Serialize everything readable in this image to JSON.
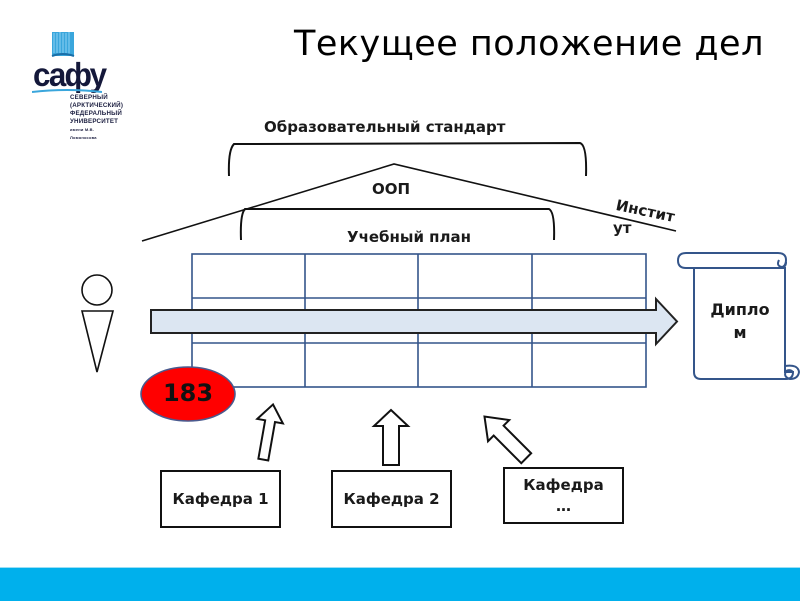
{
  "slide": {
    "title": "Текущее положение дел"
  },
  "logo": {
    "brand": "сафу",
    "university_lines": [
      "СЕВЕРНЫЙ",
      "(АРКТИЧЕСКИЙ)",
      "ФЕДЕРАЛЬНЫЙ",
      "УНИВЕРСИТЕТ",
      "имени М.В. Ломоносова"
    ],
    "colors": {
      "book": "#3aa6dc",
      "text": "#14183a"
    }
  },
  "diagram": {
    "standard_label": "Образовательный стандарт",
    "oop_label": "ООП",
    "plan_label": "Учебный план",
    "institute_label": [
      "Инстит",
      "ут"
    ],
    "diploma_label": [
      "Дипло",
      "м"
    ],
    "badge_value": "183",
    "table": {
      "rows": 3,
      "columns": 4
    },
    "departments": [
      {
        "label": "Кафедра 1"
      },
      {
        "label": "Кафедра 2"
      },
      {
        "label": "Кафедра",
        "label2": "…"
      }
    ]
  },
  "colors": {
    "badge_fill": "#ff0000",
    "badge_stroke": "#4a5a8e",
    "table_stroke": "#34558a",
    "arrow_fill": "#dce6f2",
    "scroll_stroke": "#34558a",
    "footer_band": "#00b0ec"
  }
}
